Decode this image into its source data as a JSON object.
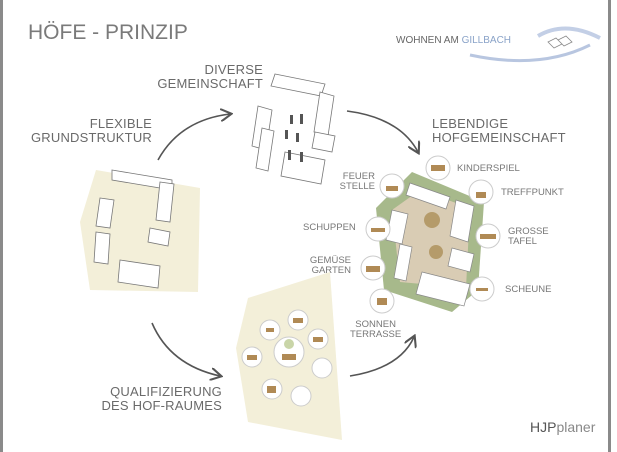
{
  "title": "HÖFE - PRINZIP",
  "logo": {
    "text_main": "WOHNEN AM ",
    "text_accent": "GILLBACH",
    "accent_color": "#8aa3c8"
  },
  "steps": {
    "diverse": [
      "DIVERSE",
      "GEMEINSCHAFT"
    ],
    "flexible": [
      "FLEXIBLE",
      "GRUNDSTRUKTUR"
    ],
    "lebendige": [
      "LEBENDIGE",
      "HOFGEMEINSCHAFT"
    ],
    "qualifizierung": [
      "QUALIFIZIERUNG",
      "DES HOF-RAUMES"
    ]
  },
  "features": {
    "kinderspiel": "KINDERSPIEL",
    "feuer": [
      "FEUER",
      "STELLE"
    ],
    "treffpunkt": "TREFFPUNKT",
    "schuppen": "SCHUPPEN",
    "tafel": [
      "GROSSE",
      "TAFEL"
    ],
    "garten": [
      "GEMÜSE",
      "GARTEN"
    ],
    "scheune": "SCHEUNE",
    "terrasse": [
      "SONNEN",
      "TERRASSE"
    ]
  },
  "brand": {
    "bold": "HJP",
    "light": "planer"
  },
  "colors": {
    "beige": "#f3efd9",
    "green": "#9cb082",
    "text": "#6a6a6a"
  }
}
